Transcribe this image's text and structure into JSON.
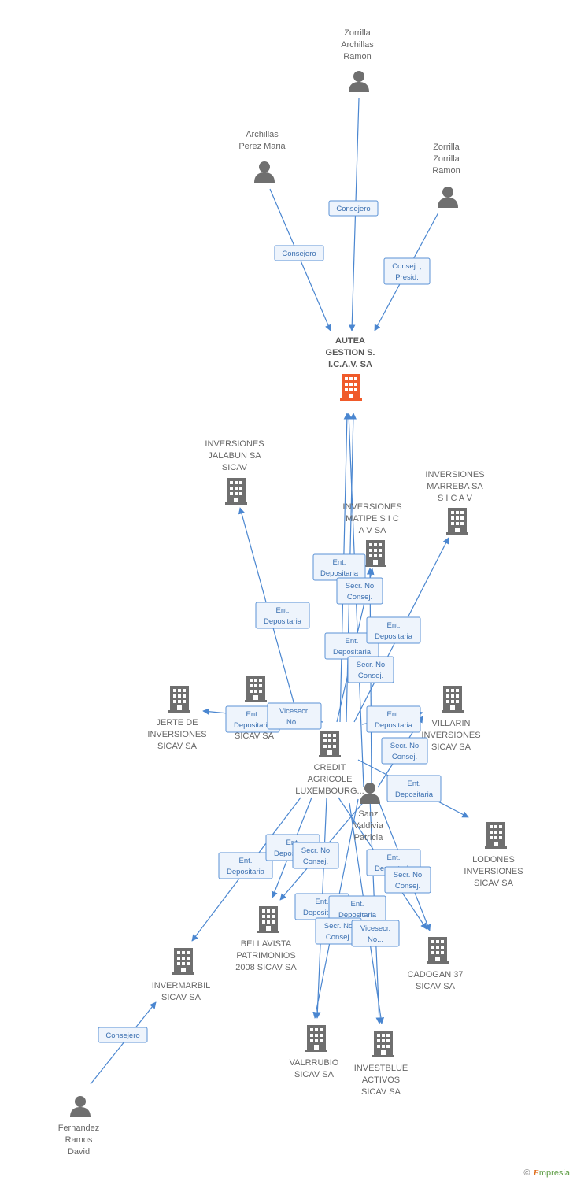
{
  "nodes": {
    "zorrilla_archillas": {
      "kind": "person",
      "lines": [
        "Zorrilla",
        "Archillas",
        "Ramon"
      ]
    },
    "archillas_perez": {
      "kind": "person",
      "lines": [
        "Archillas",
        "Perez Maria"
      ]
    },
    "zorrilla_zorrilla": {
      "kind": "person",
      "lines": [
        "Zorrilla",
        "Zorrilla",
        "Ramon"
      ]
    },
    "autea": {
      "kind": "company-focus",
      "lines": [
        "AUTEA",
        "GESTION S.",
        "I.C.A.V. SA"
      ]
    },
    "jalabun": {
      "kind": "company",
      "lines": [
        "INVERSIONES",
        "JALABUN SA",
        "SICAV"
      ]
    },
    "marreba": {
      "kind": "company",
      "lines": [
        "INVERSIONES",
        "MARREBA SA",
        "S I C A V"
      ]
    },
    "matipe": {
      "kind": "company",
      "lines": [
        "INVERSIONES",
        "MATIPE S I C",
        "A V SA"
      ]
    },
    "jerte": {
      "kind": "company",
      "lines": [
        "JERTE DE",
        "INVERSIONES",
        "SICAV SA"
      ]
    },
    "sicav_mid": {
      "kind": "company",
      "lines": [
        "SICAV SA"
      ]
    },
    "villarin": {
      "kind": "company",
      "lines": [
        "VILLARIN",
        "INVERSIONES",
        "SICAV SA"
      ]
    },
    "credit": {
      "kind": "company",
      "lines": [
        "CREDIT",
        "AGRICOLE",
        "LUXEMBOURG..."
      ]
    },
    "sanz": {
      "kind": "person",
      "lines": [
        "Sanz",
        "Valdivia",
        "Patricia"
      ]
    },
    "lodones": {
      "kind": "company",
      "lines": [
        "LODONES",
        "INVERSIONES",
        "SICAV SA"
      ]
    },
    "bellavista": {
      "kind": "company",
      "lines": [
        "BELLAVISTA",
        "PATRIMONIOS",
        "2008 SICAV SA"
      ]
    },
    "cadogan": {
      "kind": "company",
      "lines": [
        "CADOGAN 37",
        "SICAV SA"
      ]
    },
    "invermarbil": {
      "kind": "company",
      "lines": [
        "INVERMARBIL",
        "SICAV SA"
      ]
    },
    "valrrubio": {
      "kind": "company",
      "lines": [
        "VALRRUBIO",
        "SICAV SA"
      ]
    },
    "investblue": {
      "kind": "company",
      "lines": [
        "INVESTBLUE",
        "ACTIVOS",
        "SICAV SA"
      ]
    },
    "fernandez": {
      "kind": "person",
      "lines": [
        "Fernandez",
        "Ramos",
        "David"
      ]
    }
  },
  "edge_labels": [
    {
      "id": "e1",
      "lines": [
        "Consejero"
      ]
    },
    {
      "id": "e2",
      "lines": [
        "Consejero"
      ]
    },
    {
      "id": "e3",
      "lines": [
        "Consej. ,",
        "Presid."
      ]
    },
    {
      "id": "e4",
      "lines": [
        "Ent.",
        "Depositaria"
      ]
    },
    {
      "id": "e5",
      "lines": [
        "Secr.  No",
        "Consej."
      ]
    },
    {
      "id": "e6",
      "lines": [
        "Ent.",
        "Depositaria"
      ]
    },
    {
      "id": "e7",
      "lines": [
        "Ent.",
        "Depositaria"
      ]
    },
    {
      "id": "e8",
      "lines": [
        "Ent.",
        "Depositaria"
      ]
    },
    {
      "id": "e9",
      "lines": [
        "Secr.  No",
        "Consej."
      ]
    },
    {
      "id": "e10",
      "lines": [
        "Ent.",
        "Depositaria"
      ]
    },
    {
      "id": "e11",
      "lines": [
        "Ent.",
        "Depositaria"
      ]
    },
    {
      "id": "e12",
      "lines": [
        "Vicesecr.",
        "No..."
      ]
    },
    {
      "id": "e13",
      "lines": [
        "Ent.",
        "Depositaria"
      ]
    },
    {
      "id": "e14",
      "lines": [
        "Secr.  No",
        "Consej."
      ]
    },
    {
      "id": "e15",
      "lines": [
        "Ent.",
        "Depositaria"
      ]
    },
    {
      "id": "e16",
      "lines": [
        "Ent.",
        "Depositaria"
      ]
    },
    {
      "id": "e17",
      "lines": [
        "Ent.",
        "Depositaria"
      ]
    },
    {
      "id": "e18",
      "lines": [
        "Secr.  No",
        "Consej."
      ]
    },
    {
      "id": "e19",
      "lines": [
        "Ent.",
        "Depositaria"
      ]
    },
    {
      "id": "e20",
      "lines": [
        "Secr.  No",
        "Consej."
      ]
    },
    {
      "id": "e21",
      "lines": [
        "Ent.",
        "Depositaria"
      ]
    },
    {
      "id": "e22",
      "lines": [
        "Ent.",
        "Depositaria"
      ]
    },
    {
      "id": "e23",
      "lines": [
        "Secr.  No",
        "Consej."
      ]
    },
    {
      "id": "e24",
      "lines": [
        "Vicesecr.",
        "No..."
      ]
    },
    {
      "id": "e25",
      "lines": [
        "Consejero"
      ]
    }
  ],
  "footer": {
    "copyright": "©",
    "brand_initial": "E",
    "brand_rest": "mpresia"
  },
  "colors": {
    "edge": "#4a86d0",
    "node_icon": "#6f6f6f",
    "focus_icon": "#f05a2a"
  }
}
